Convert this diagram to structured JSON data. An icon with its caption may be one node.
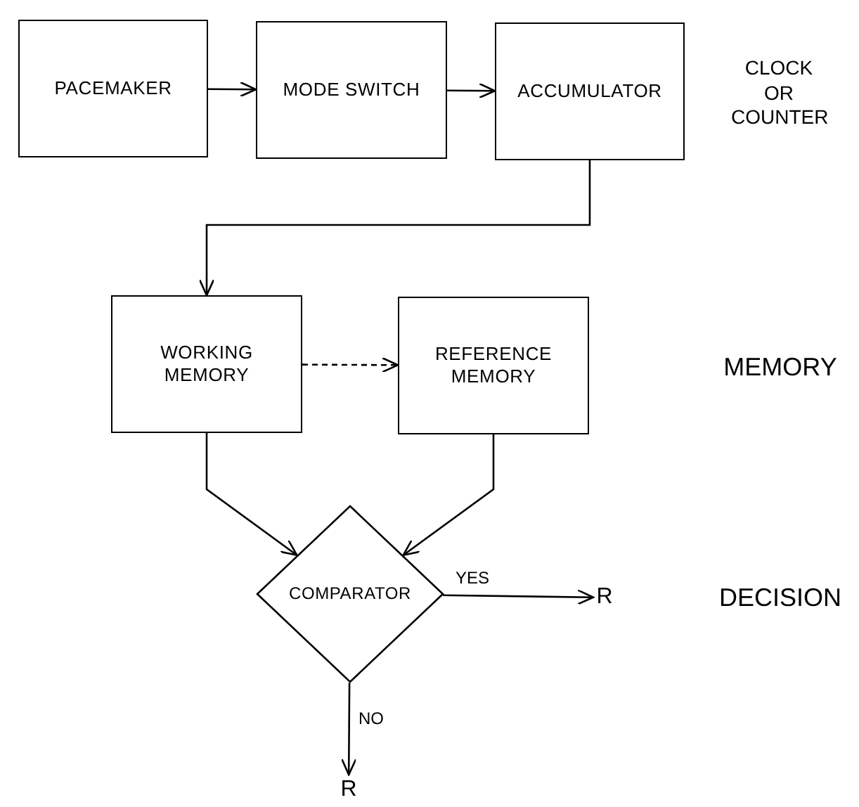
{
  "diagram": {
    "nodes": [
      {
        "text": [
          "PACEMAKER"
        ]
      },
      {
        "text": [
          "MODE SWITCH"
        ]
      },
      {
        "text": [
          "ACCUMULATOR"
        ]
      },
      {
        "text": [
          "WORKING MEMORY"
        ]
      },
      {
        "text": [
          "REFERENCE MEMORY"
        ]
      },
      {
        "text": [
          "COMPARATOR"
        ]
      },
      {
        "text": [
          "R"
        ]
      },
      {
        "text": [
          "R"
        ]
      }
    ],
    "edges": [
      {
        "from": 0,
        "to": 1,
        "arrow": "to"
      },
      {
        "from": 1,
        "to": 2,
        "arrow": "to"
      },
      {
        "from": 2,
        "to": 3,
        "arrow": "to"
      },
      {
        "from": 3,
        "to": 4,
        "arrow": "to",
        "style": "dashed"
      },
      {
        "from": 3,
        "to": 5,
        "arrow": "to"
      },
      {
        "from": 4,
        "to": 5,
        "arrow": "to"
      },
      {
        "from": 5,
        "to": 6,
        "arrow": "to",
        "label": "YES"
      },
      {
        "from": 5,
        "to": 7,
        "arrow": "to",
        "label": "NO"
      }
    ],
    "labels": [
      "CLOCK OR COUNTER",
      "MEMORY",
      "DECISION"
    ]
  }
}
